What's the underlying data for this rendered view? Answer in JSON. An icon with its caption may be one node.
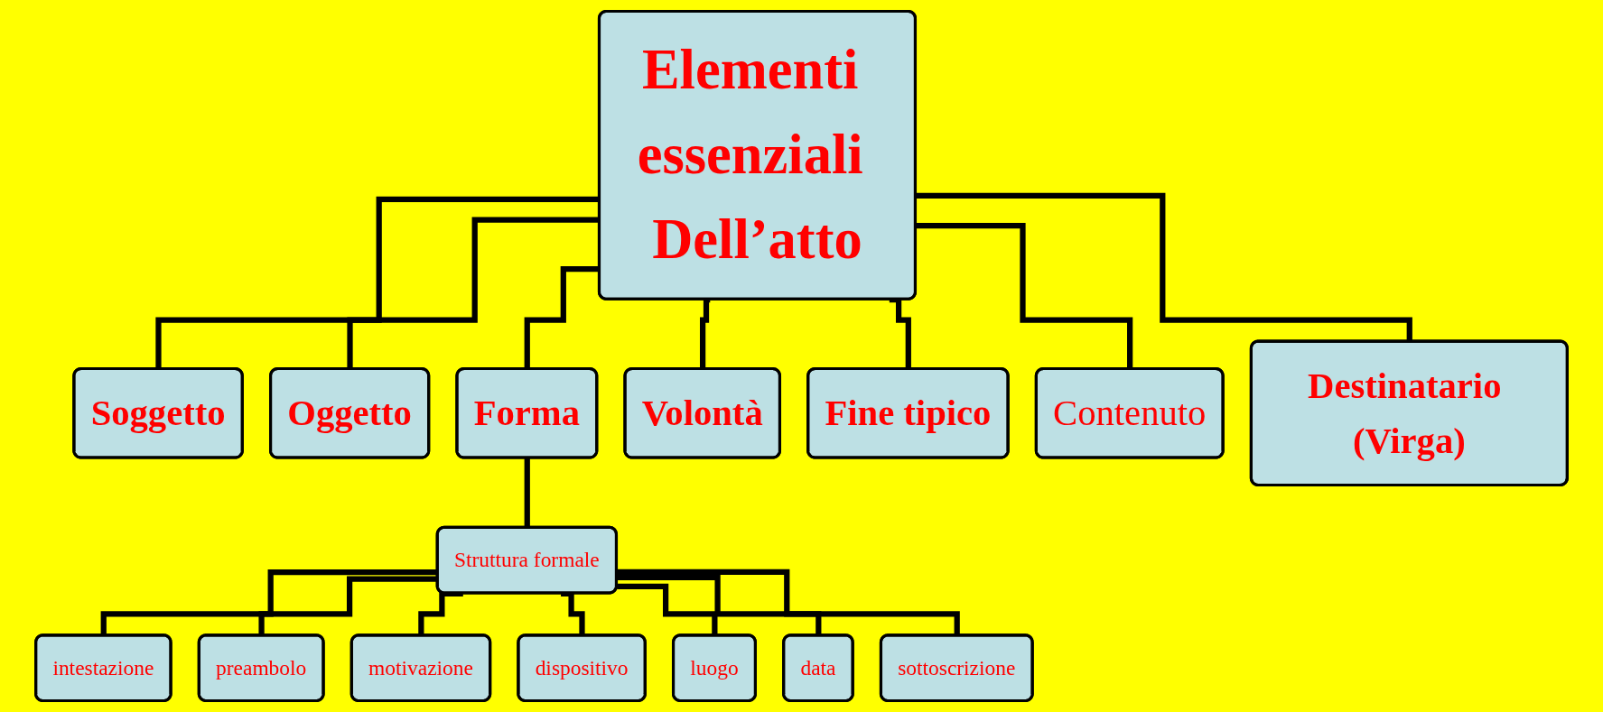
{
  "diagram": {
    "nodes": [
      {
        "text": [
          "Elementi essenziali Dell’atto"
        ]
      },
      {
        "text": [
          "Soggetto"
        ]
      },
      {
        "text": [
          "Oggetto"
        ]
      },
      {
        "text": [
          "Forma"
        ]
      },
      {
        "text": [
          "Volontà"
        ]
      },
      {
        "text": [
          "Fine tipico"
        ]
      },
      {
        "text": [
          "Contenuto"
        ]
      },
      {
        "text": [
          "Destinatario (Virga)"
        ]
      },
      {
        "text": [
          "Struttura formale"
        ]
      },
      {
        "text": [
          "intestazione"
        ]
      },
      {
        "text": [
          "preambolo"
        ]
      },
      {
        "text": [
          "motivazione"
        ]
      },
      {
        "text": [
          "dispositivo"
        ]
      },
      {
        "text": [
          "luogo"
        ]
      },
      {
        "text": [
          "data"
        ]
      },
      {
        "text": [
          "sottoscrizione"
        ]
      }
    ],
    "edges": [
      {
        "from": 0,
        "to": 1,
        "arrow": "none"
      },
      {
        "from": 0,
        "to": 2,
        "arrow": "none"
      },
      {
        "from": 0,
        "to": 3,
        "arrow": "none"
      },
      {
        "from": 0,
        "to": 4,
        "arrow": "none"
      },
      {
        "from": 0,
        "to": 5,
        "arrow": "none"
      },
      {
        "from": 0,
        "to": 6,
        "arrow": "none"
      },
      {
        "from": 0,
        "to": 7,
        "arrow": "none"
      },
      {
        "from": 3,
        "to": 8,
        "arrow": "none"
      },
      {
        "from": 8,
        "to": 9,
        "arrow": "none"
      },
      {
        "from": 8,
        "to": 10,
        "arrow": "none"
      },
      {
        "from": 8,
        "to": 11,
        "arrow": "none"
      },
      {
        "from": 8,
        "to": 12,
        "arrow": "none"
      },
      {
        "from": 8,
        "to": 13,
        "arrow": "none"
      },
      {
        "from": 8,
        "to": 14,
        "arrow": "none"
      },
      {
        "from": 8,
        "to": 15,
        "arrow": "none"
      }
    ]
  }
}
